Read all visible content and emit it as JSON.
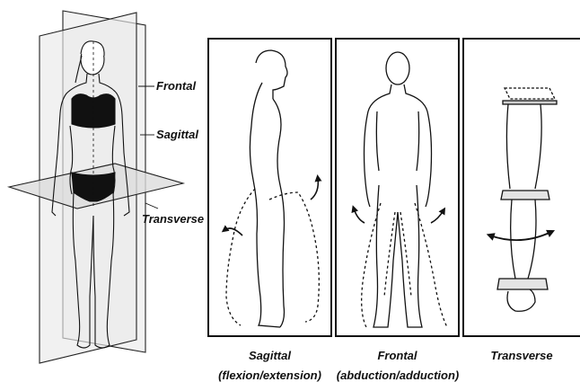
{
  "plane_labels": {
    "frontal": "Frontal",
    "sagittal": "Sagittal",
    "transverse": "Transverse"
  },
  "panels": [
    {
      "title": "Sagittal",
      "subtitle": "(flexion/extension)"
    },
    {
      "title": "Frontal",
      "subtitle": "(abduction/adduction)"
    },
    {
      "title": "Transverse",
      "subtitle": ""
    }
  ]
}
